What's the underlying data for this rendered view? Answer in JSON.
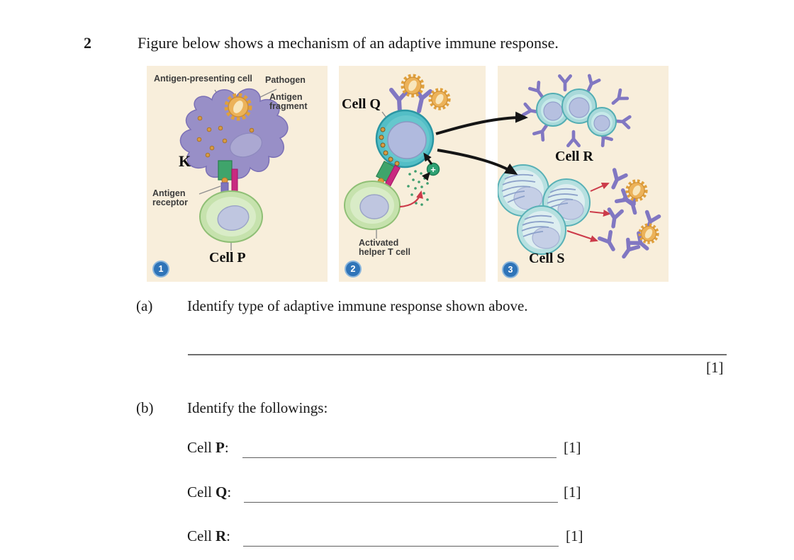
{
  "document": {
    "question_number": "2",
    "heading": "Figure below shows a mechanism of an adaptive immune response."
  },
  "figure": {
    "step1": {
      "badge": "1",
      "antigen_presenting_cell_label": "Antigen-presenting cell",
      "pathogen_label": "Pathogen",
      "antigen_fragment_label": "Antigen fragment",
      "k_label": "K",
      "antigen_receptor_label": "Antigen receptor",
      "cell_p_label": "Cell P"
    },
    "step2": {
      "badge": "2",
      "cell_q_label": "Cell Q",
      "activated_helper_t_cell_label": "Activated helper T cell",
      "cytokine_plus_sign": "+"
    },
    "step3": {
      "badge": "3",
      "cell_r_label": "Cell R",
      "cell_s_label": "Cell S"
    },
    "colors": {
      "panel_background": "#f8eedb",
      "apc_purple": "#988fc7",
      "teal_cell": "#53bec6",
      "green_cell": "#c6e2ad",
      "pathogen_orange": "#e0a03c",
      "antibody_purple": "#8177c2",
      "mhc_green": "#3fa46b",
      "coreceptor_magenta": "#c92a80",
      "step_badge_blue": "#2f74b8"
    }
  },
  "questions": {
    "part_a": {
      "label": "(a)",
      "prompt": "Identify type of adaptive immune response shown above.",
      "marks": "[1]"
    },
    "part_b": {
      "label": "(b)",
      "prompt": "Identify the followings:",
      "items": [
        {
          "word": "Cell",
          "letter": "P",
          "separator": ":",
          "marks": "[1]"
        },
        {
          "word": "Cell",
          "letter": "Q",
          "separator": ":",
          "marks": "[1]"
        },
        {
          "word": "Cell",
          "letter": "R",
          "separator": ":",
          "marks": "[1]"
        }
      ]
    }
  }
}
